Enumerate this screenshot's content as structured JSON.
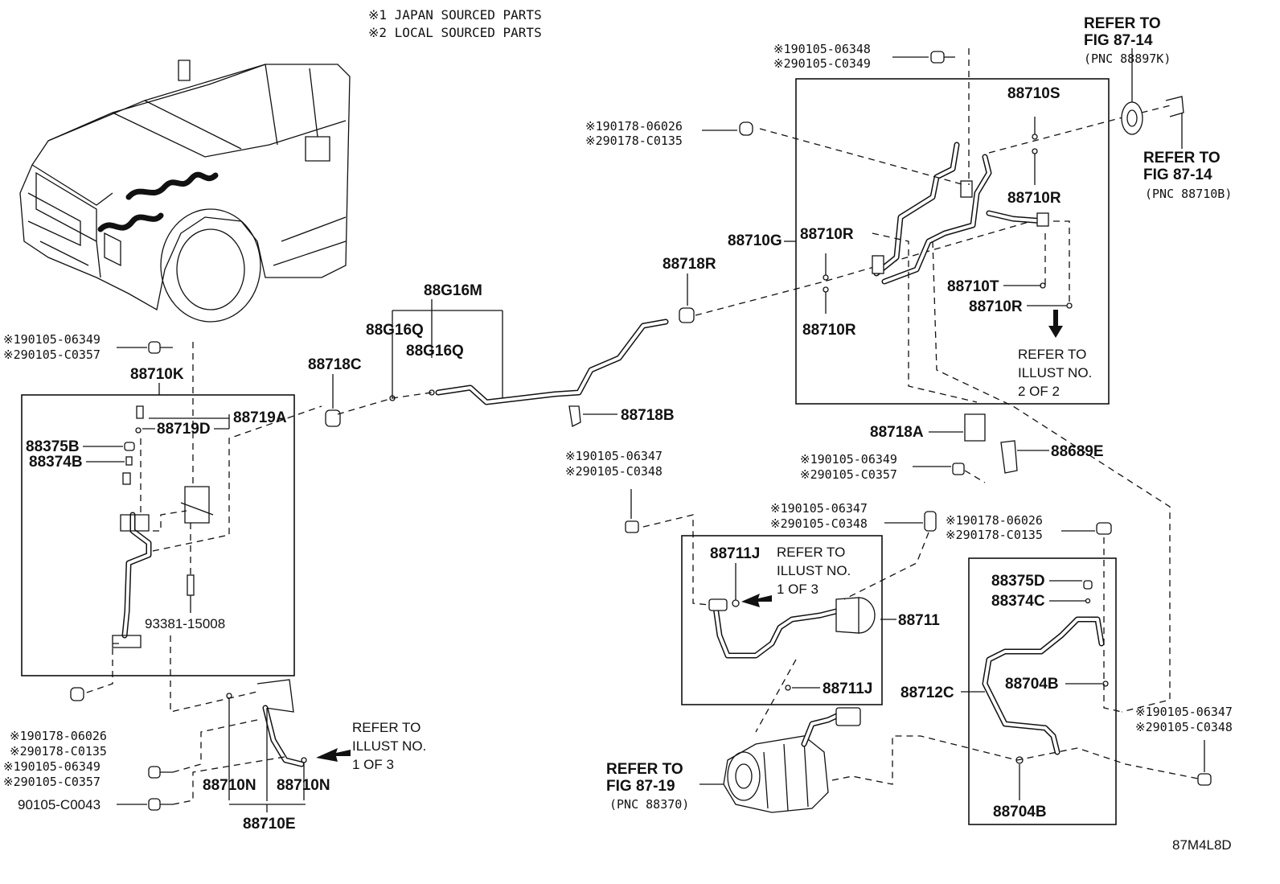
{
  "notes": {
    "line1": "※1 JAPAN SOURCED PARTS",
    "line2": "※2 LOCAL SOURCED PARTS"
  },
  "diagram_code": "87M4L8D",
  "refs": {
    "fig_top_a": {
      "l1": "REFER TO",
      "l2": "FIG 87-14",
      "l3": "(PNC 88897K)"
    },
    "fig_top_b": {
      "l1": "REFER TO",
      "l2": "FIG 87-14",
      "l3": "(PNC 88710B)"
    },
    "illust_2of2": {
      "l1": "REFER TO",
      "l2": "ILLUST NO.",
      "l3": "2 OF 2"
    },
    "illust_1of3_mid": {
      "l1": "REFER TO",
      "l2": "ILLUST NO.",
      "l3": "1 OF 3"
    },
    "illust_1of3_left": {
      "l1": "REFER TO",
      "l2": "ILLUST NO.",
      "l3": "1 OF 3"
    },
    "fig_bottom": {
      "l1": "REFER TO",
      "l2": "FIG 87-19",
      "l3": "(PNC 88370)"
    }
  },
  "part_labels": {
    "p88710S": "88710S",
    "p88710R_a": "88710R",
    "p88710G": "88710G",
    "p88710R_b": "88710R",
    "p88710R_c": "88710R",
    "p88710T": "88710T",
    "p88710R_d": "88710R",
    "p88718R": "88718R",
    "p88G16M": "88G16M",
    "p88G16Q_a": "88G16Q",
    "p88G16Q_b": "88G16Q",
    "p88718C": "88718C",
    "p88718B": "88718B",
    "p88718A": "88718A",
    "p88689E": "88689E",
    "p88710K": "88710K",
    "p88719D": "88719D",
    "p88719A": "88719A",
    "p88375B": "88375B",
    "p88374B": "88374B",
    "p93381": "93381-15008",
    "p88710N_a": "88710N",
    "p88710N_b": "88710N",
    "p88710E": "88710E",
    "p88711J_a": "88711J",
    "p88711": "88711",
    "p88711J_b": "88711J",
    "p88375D": "88375D",
    "p88374C": "88374C",
    "p88704B_a": "88704B",
    "p88712C": "88712C",
    "p88704B_b": "88704B",
    "p90105C0043": "90105-C0043"
  },
  "fasteners": {
    "f_top_center": {
      "l1": "※190105-06348",
      "l2": "※290105-C0349"
    },
    "f_top_left": {
      "l1": "※190178-06026",
      "l2": "※290178-C0135"
    },
    "f_left_upper": {
      "l1": "※190105-06349",
      "l2": "※290105-C0357"
    },
    "f_mid_1": {
      "l1": "※190105-06347",
      "l2": "※290105-C0348"
    },
    "f_mid_2": {
      "l1": "※190105-06349",
      "l2": "※290105-C0357"
    },
    "f_mid_3": {
      "l1": "※190105-06347",
      "l2": "※290105-C0348"
    },
    "f_right_1": {
      "l1": "※190178-06026",
      "l2": "※290178-C0135"
    },
    "f_right_2": {
      "l1": "※190105-06347",
      "l2": "※290105-C0348"
    },
    "f_left_low_1": {
      "l1": "※190178-06026",
      "l2": "※290178-C0135"
    },
    "f_left_low_2": {
      "l1": "※190105-06349",
      "l2": "※290105-C0357"
    }
  }
}
